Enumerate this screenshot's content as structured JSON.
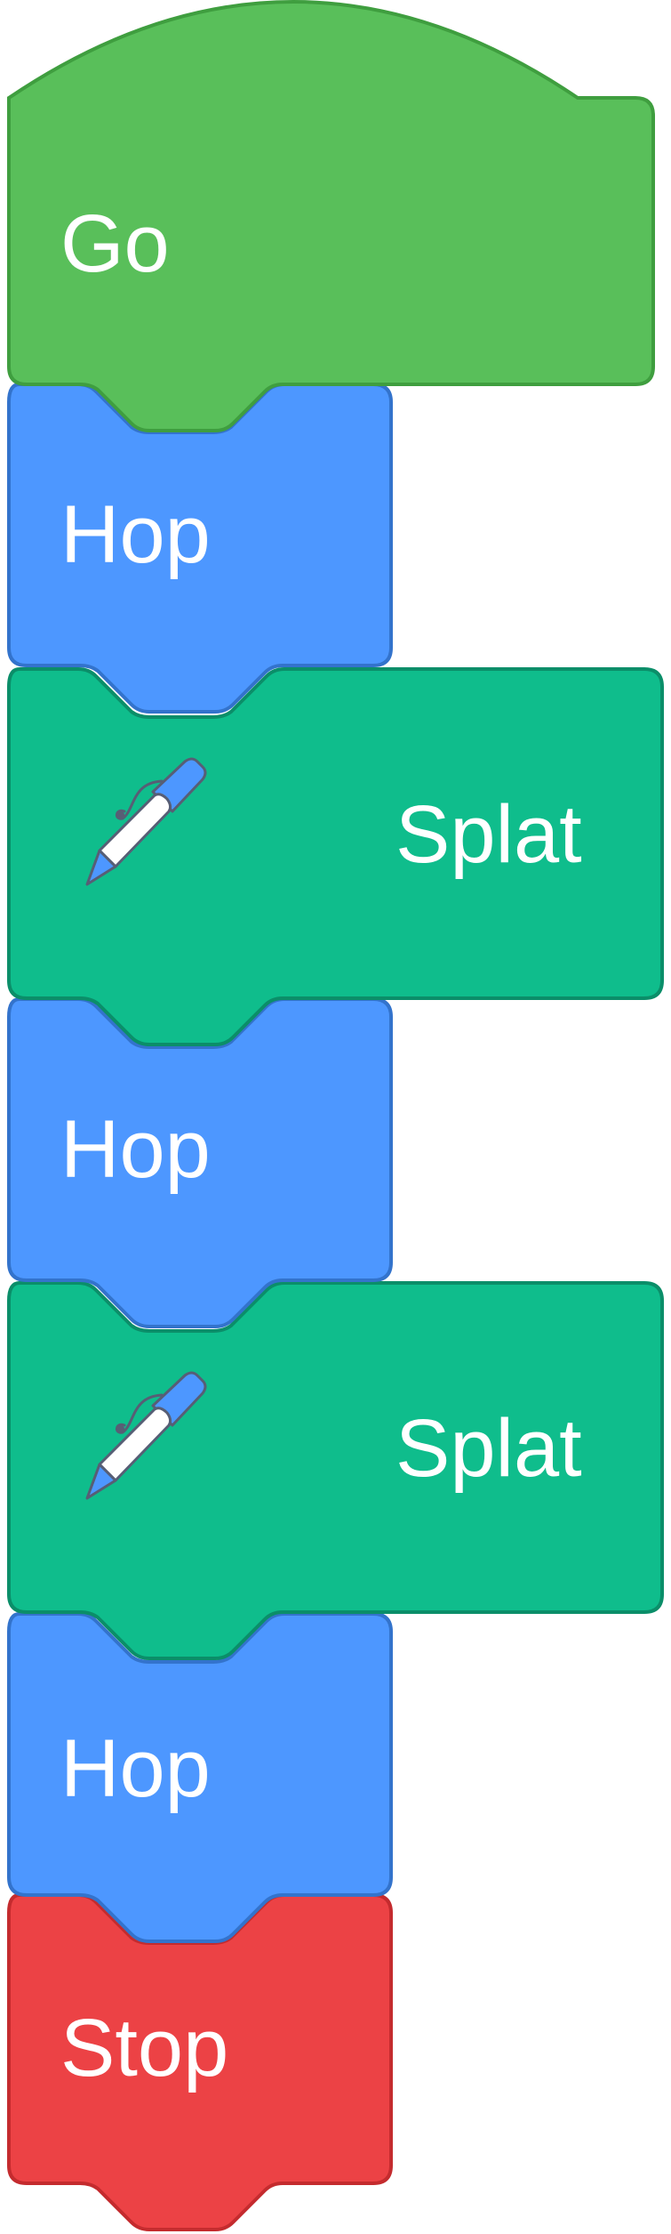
{
  "colors": {
    "event": "#59BF5A",
    "event_border": "#3F9E3F",
    "motion": "#4D97FF",
    "motion_border": "#3373CC",
    "pen": "#0FBD8C",
    "pen_border": "#0B8E69",
    "control_stop": "#EC4245",
    "control_stop_border": "#C42B2E",
    "background": "#FFFFFF"
  },
  "script": {
    "blocks": [
      {
        "type": "hat",
        "label": "Go",
        "category": "event"
      },
      {
        "type": "command",
        "label": "Hop",
        "category": "motion"
      },
      {
        "type": "command",
        "label": "Splat",
        "category": "pen",
        "icon": "pen-icon"
      },
      {
        "type": "command",
        "label": "Hop",
        "category": "motion"
      },
      {
        "type": "command",
        "label": "Splat",
        "category": "pen",
        "icon": "pen-icon"
      },
      {
        "type": "command",
        "label": "Hop",
        "category": "motion"
      },
      {
        "type": "cap",
        "label": "Stop",
        "category": "control"
      }
    ]
  }
}
